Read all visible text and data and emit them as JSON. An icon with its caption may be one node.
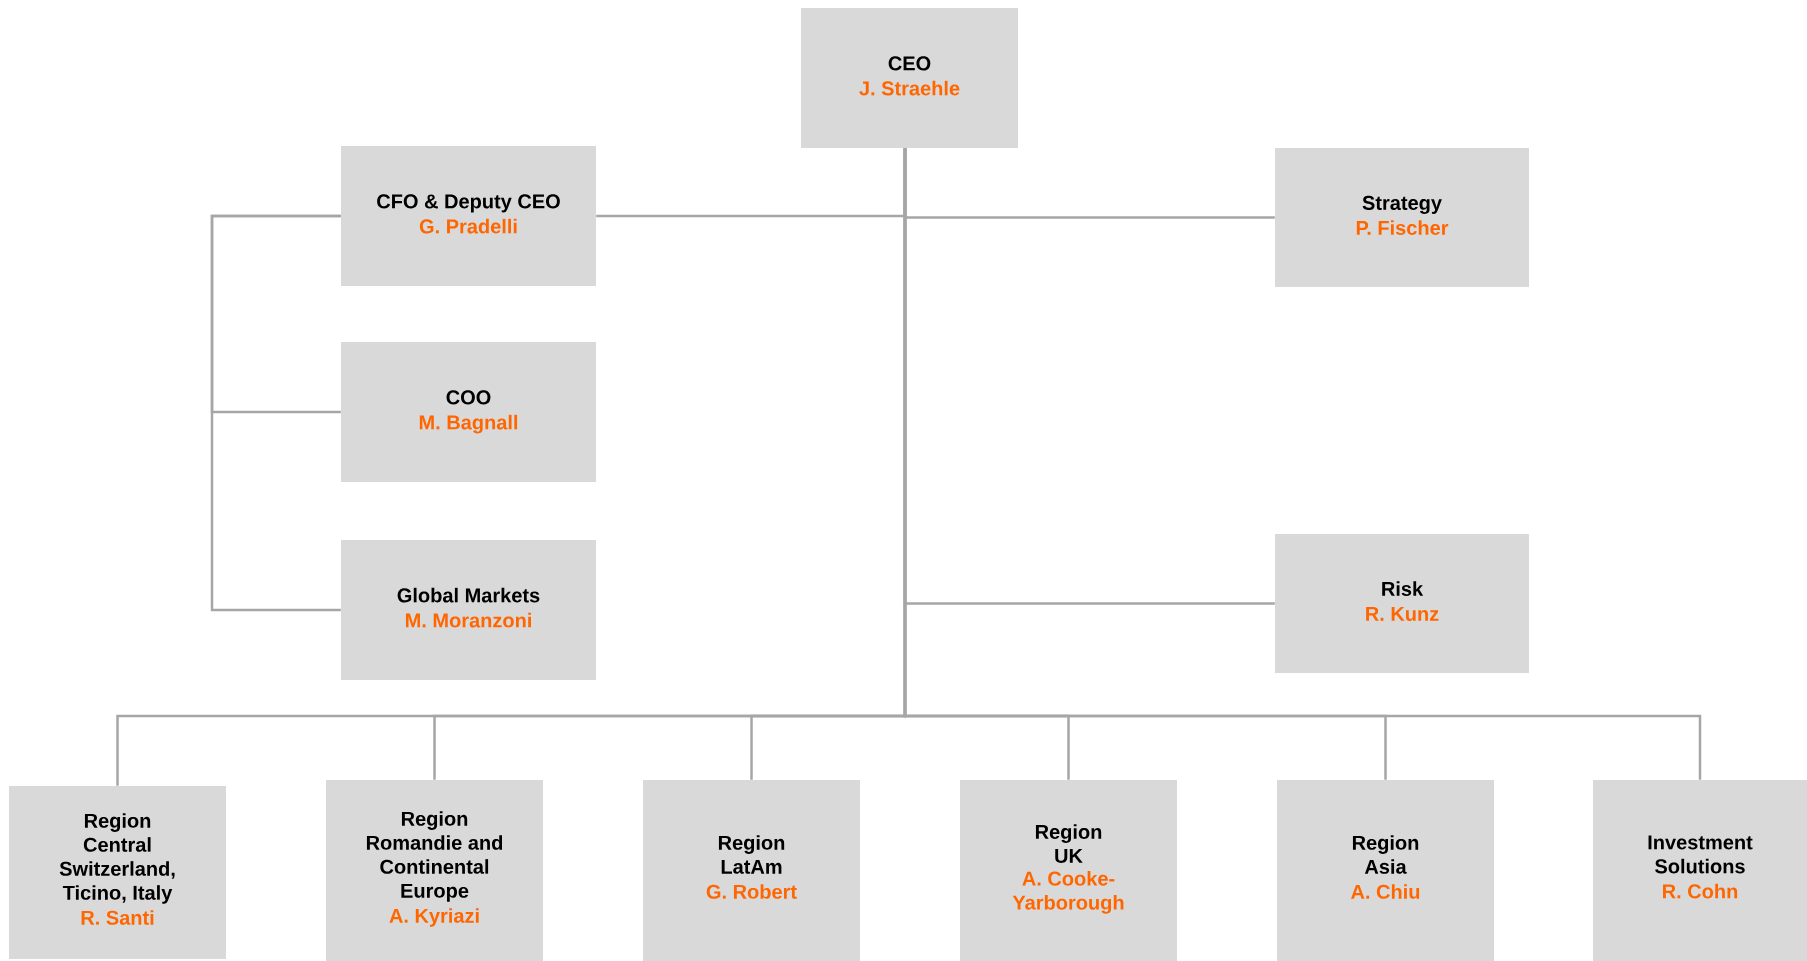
{
  "diagram": {
    "nodes": [
      {
        "text": [
          "CEO",
          "J. Straehle"
        ]
      },
      {
        "text": [
          "CFO & Deputy CEO",
          "G. Pradelli"
        ]
      },
      {
        "text": [
          "Strategy",
          "P. Fischer"
        ]
      },
      {
        "text": [
          "COO",
          "M. Bagnall"
        ]
      },
      {
        "text": [
          "Global Markets",
          "M. Moranzoni"
        ]
      },
      {
        "text": [
          "Risk",
          "R. Kunz"
        ]
      },
      {
        "text": [
          "Region Central Switzerland, Ticino, Italy",
          "R. Santi"
        ]
      },
      {
        "text": [
          "Region Romandie and Continental Europe",
          "A. Kyriazi"
        ]
      },
      {
        "text": [
          "Region LatAm",
          "G. Robert"
        ]
      },
      {
        "text": [
          "Region UK",
          "A. Cooke-Yarborough"
        ]
      },
      {
        "text": [
          "Region Asia",
          "A. Chiu"
        ]
      },
      {
        "text": [
          "Investment Solutions",
          "R. Cohn"
        ]
      }
    ],
    "edges": [
      {
        "from": 0,
        "to": 1,
        "arrow": "none"
      },
      {
        "from": 0,
        "to": 2,
        "arrow": "none"
      },
      {
        "from": 1,
        "to": 3,
        "arrow": "none"
      },
      {
        "from": 1,
        "to": 4,
        "arrow": "none"
      },
      {
        "from": 0,
        "to": 5,
        "arrow": "none"
      },
      {
        "from": 0,
        "to": 6,
        "arrow": "none"
      },
      {
        "from": 0,
        "to": 7,
        "arrow": "none"
      },
      {
        "from": 0,
        "to": 8,
        "arrow": "none"
      },
      {
        "from": 0,
        "to": 9,
        "arrow": "none"
      },
      {
        "from": 0,
        "to": 10,
        "arrow": "none"
      },
      {
        "from": 0,
        "to": 11,
        "arrow": "none"
      }
    ]
  }
}
